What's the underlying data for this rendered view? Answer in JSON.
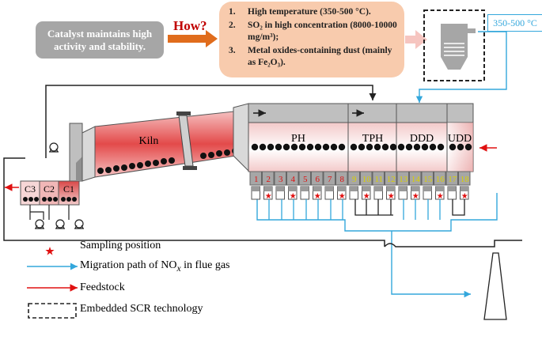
{
  "catalyst_box": {
    "line1": "Catalyst maintains high",
    "line2": "activity and stability."
  },
  "how_label": "How?",
  "conditions": [
    {
      "num": "1.",
      "text": "High temperature (350-500 °C)."
    },
    {
      "num": "2.",
      "text": "SO₂ in high concentration (8000-10000 mg/m³);"
    },
    {
      "num": "3.",
      "text": "Metal oxides-containing dust (mainly as Fe₂O₃)."
    }
  ],
  "scr_temperature": "350-500 °C",
  "kiln_label": "Kiln",
  "stage_labels": {
    "c1": "C1",
    "c2": "C2",
    "c3": "C3"
  },
  "sections": [
    "PH",
    "TPH",
    "DDD",
    "UDD"
  ],
  "chambers": [
    "1",
    "2",
    "3",
    "4",
    "5",
    "6",
    "7",
    "8",
    "9",
    "10",
    "11",
    "12",
    "13",
    "14",
    "15",
    "16",
    "17",
    "18"
  ],
  "legend": {
    "sampling": "Sampling position",
    "migration_pre": "Migration path of NO",
    "migration_sub": "x",
    "migration_post": " in flue gas",
    "feedstock": "Feedstock",
    "scr": "Embedded SCR technology"
  },
  "colors": {
    "red": "#e01010",
    "blue": "#33a7dc",
    "kiln_fill": "#e34a4a",
    "chamber_red": "#e05a5a",
    "chamber_yellow": "#d9d000",
    "grey_box": "#a6a6a6",
    "peach": "#f8cbad",
    "orange_arrow": "#e06c1c",
    "pink_arrow": "#f6c5c0"
  }
}
